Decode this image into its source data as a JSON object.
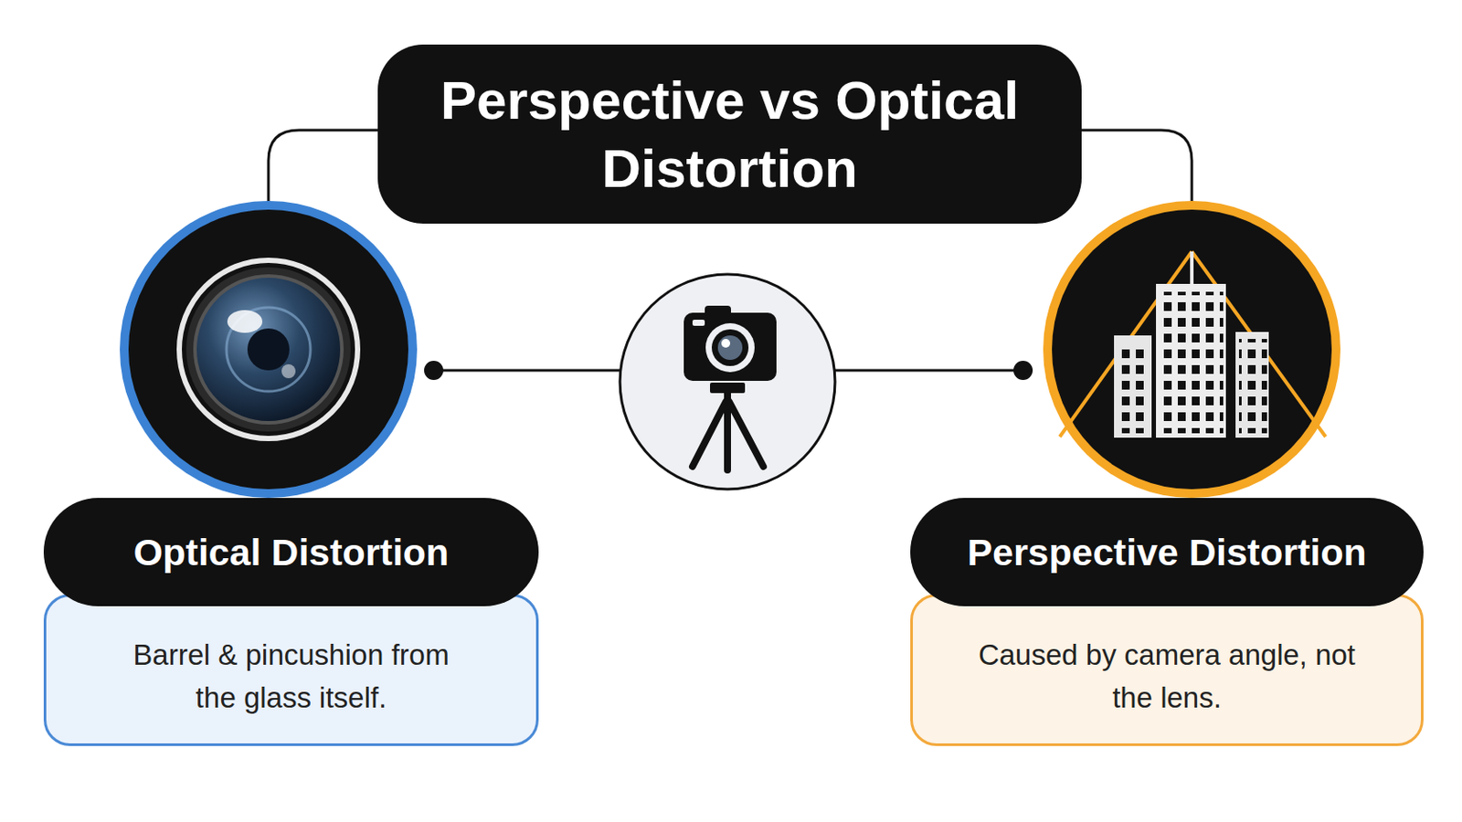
{
  "diagram": {
    "title": "Perspective vs Optical Distortion",
    "nodes": [
      {
        "text": [
          "Optical Distortion",
          "Barrel & pincushion from the glass itself."
        ]
      },
      {
        "text": [
          "Perspective Distortion",
          "Caused by camera angle, not the lens."
        ]
      }
    ]
  }
}
